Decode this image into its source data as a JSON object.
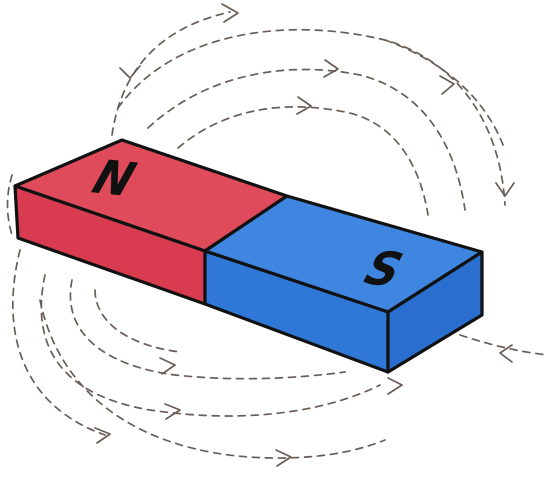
{
  "magnet": {
    "north_label": "N",
    "south_label": "S"
  },
  "colors": {
    "north_top": "#e04b5c",
    "north_front": "#d93c50",
    "south_top": "#3f86e0",
    "south_front": "#2f78d8",
    "south_end": "#2a6fcf",
    "outline": "#111111",
    "field_line": "#6a5d58"
  },
  "icons": {
    "field_arrow": "chevron-arrow"
  }
}
